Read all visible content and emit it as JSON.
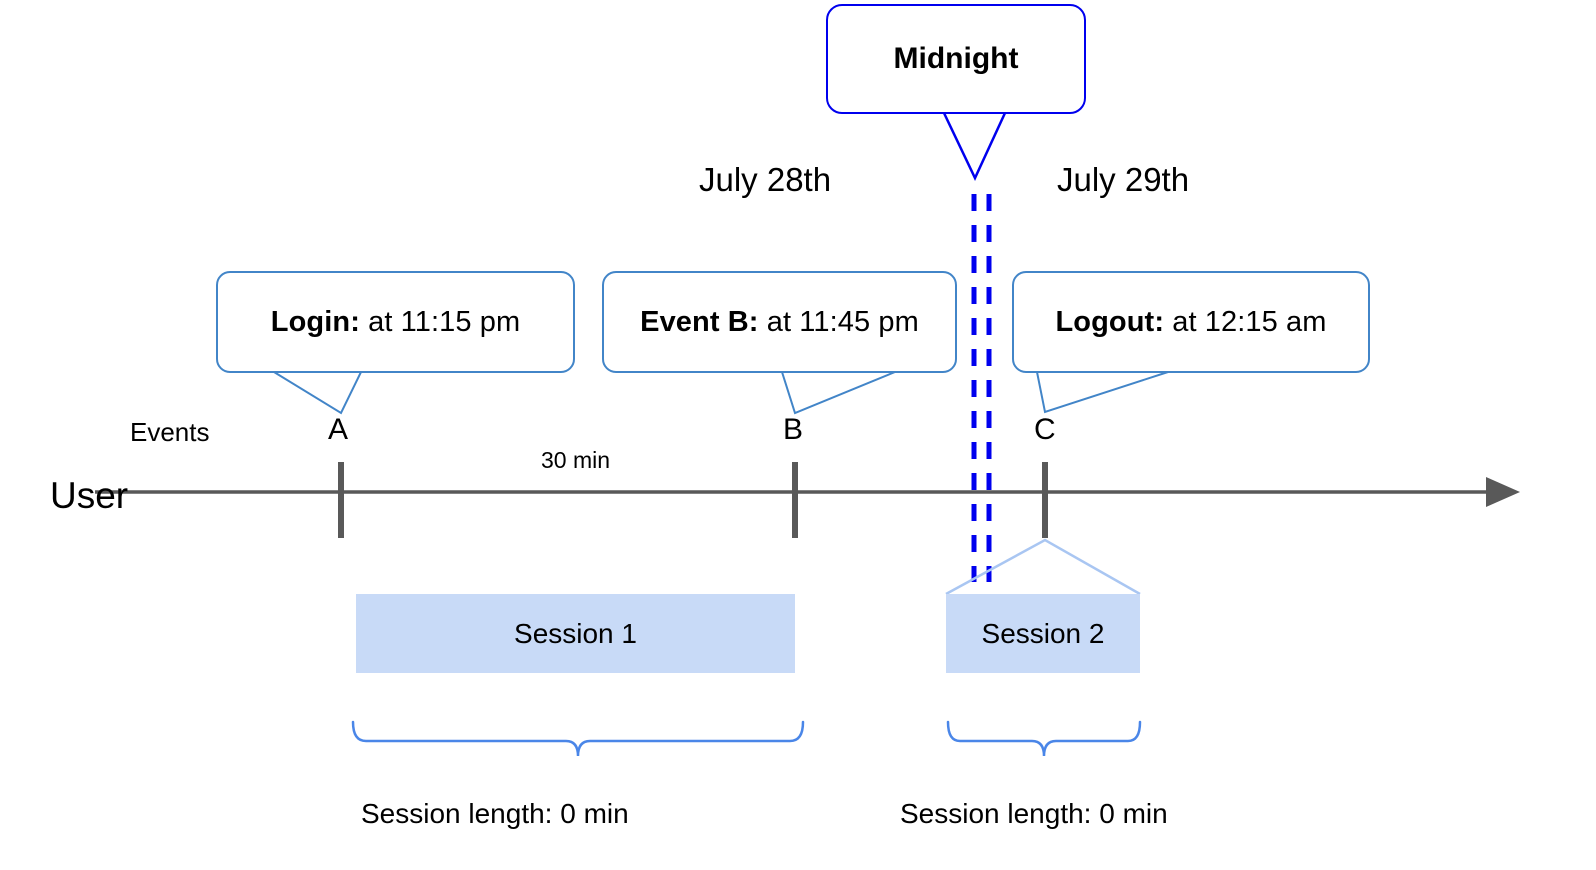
{
  "diagram": {
    "title": "User session timeline across midnight",
    "colors": {
      "callout_border": "#4285c8",
      "midnight_border": "#0000ee",
      "midnight_dash": "#0000ee",
      "session_fill": "#c8daf7",
      "axis": "#595959",
      "tick": "#595959",
      "brace": "#4a86e8",
      "leader": "#a9c6f2",
      "text": "#000000"
    }
  },
  "midnight_callout": {
    "label": "Midnight"
  },
  "dates": {
    "left": "July 28th",
    "right": "July 29th"
  },
  "row_labels": {
    "events": "Events",
    "user": "User"
  },
  "event_callouts": [
    {
      "name": "login",
      "bold": "Login:",
      "rest": " at 11:15 pm"
    },
    {
      "name": "eventb",
      "bold": "Event B:",
      "rest": " at 11:45 pm"
    },
    {
      "name": "logout",
      "bold": "Logout:",
      "rest": " at 12:15 am"
    }
  ],
  "markers": [
    {
      "letter": "A"
    },
    {
      "letter": "B"
    },
    {
      "letter": "C"
    }
  ],
  "interval": {
    "label": "30 min"
  },
  "sessions": [
    {
      "bar_label": "Session 1",
      "length_label": "Session length: 0 min"
    },
    {
      "bar_label": "Session 2",
      "length_label": "Session length: 0 min"
    }
  ],
  "chart_data": {
    "type": "timeline",
    "title": "User session timeline across midnight",
    "axis_label": "User",
    "lane_label": "Events",
    "day_boundary": {
      "label": "Midnight",
      "before": "July 28th",
      "after": "July 29th"
    },
    "events": [
      {
        "id": "A",
        "label": "Login",
        "time": "11:15 pm",
        "date": "July 28th"
      },
      {
        "id": "B",
        "label": "Event B",
        "time": "11:45 pm",
        "date": "July 28th"
      },
      {
        "id": "C",
        "label": "Logout",
        "time": "12:15 am",
        "date": "July 29th"
      }
    ],
    "intervals": [
      {
        "from": "A",
        "to": "B",
        "label": "30 min"
      }
    ],
    "sessions": [
      {
        "name": "Session 1",
        "length": "0 min",
        "spans_events": [
          "A",
          "B"
        ]
      },
      {
        "name": "Session 2",
        "length": "0 min",
        "spans_events": [
          "C"
        ]
      }
    ]
  }
}
